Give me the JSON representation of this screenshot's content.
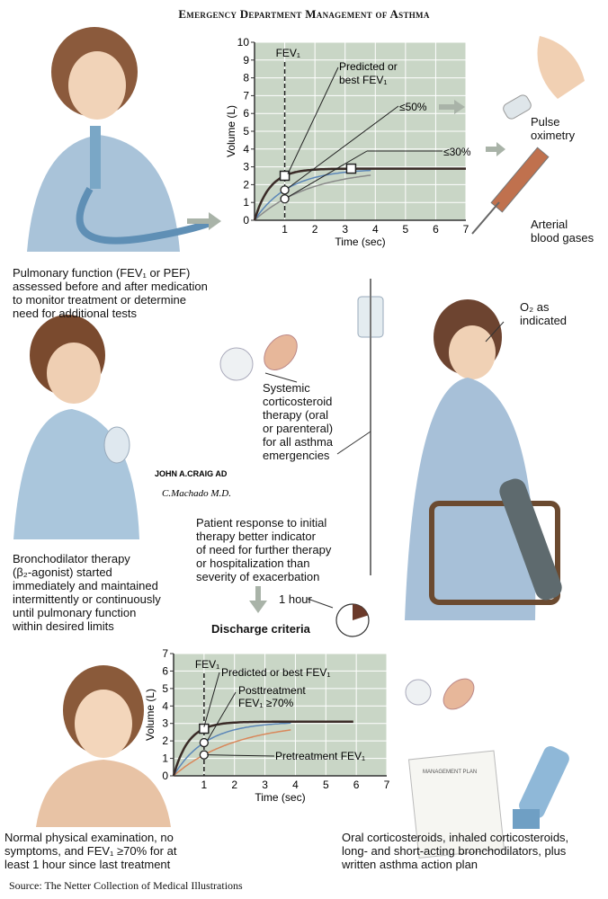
{
  "title": "Emergency Department Management of Asthma",
  "source": "Source: The Netter Collection of Medical Illustrations",
  "captions": {
    "pulmonary": [
      "Pulmonary function (FEV₁ or PEF)",
      "assessed before and after medication",
      "to monitor treatment or determine",
      "need for additional tests"
    ],
    "pulse": [
      "Pulse",
      "oximetry"
    ],
    "blood_gases": [
      "Arterial",
      "blood gases"
    ],
    "o2": [
      "O₂ as",
      "indicated"
    ],
    "steroid": [
      "Systemic",
      "corticosteroid",
      "therapy (oral",
      "or parenteral)",
      "for all asthma",
      "emergencies"
    ],
    "response": [
      "Patient response to initial",
      "therapy better indicator",
      "of need for further therapy",
      "or hospitalization than",
      "severity of exacerbation"
    ],
    "bronchodilator": [
      "Bronchodilator therapy",
      "(β₂-agonist) started",
      "immediately and maintained",
      "intermittently or continuously",
      "until pulmonary function",
      "within desired limits"
    ],
    "one_hour": "1 hour",
    "discharge": "Discharge criteria",
    "normal": [
      "Normal physical examination, no",
      "symptoms, and FEV₁ ≥70% for at",
      "least 1 hour since last treatment"
    ],
    "oral": [
      "Oral corticosteroids, inhaled corticosteroids,",
      "long- and short-acting bronchodilators, plus",
      "written asthma action plan"
    ],
    "signature": [
      "JOHN A.CRAIG AD",
      "C.Machado M.D."
    ],
    "plan_card": "MANAGEMENT PLAN"
  },
  "colors": {
    "plot_bg": "#c9d6c6",
    "dark": "#3a2b27",
    "blue": "#5b86b8",
    "grey": "#8a8a8a",
    "orange": "#d9875a",
    "arrow": "#a9b3a8",
    "pie": "#6b3a2a"
  },
  "pie_fraction": 0.2,
  "chart_data": [
    {
      "type": "line",
      "xlabel": "Time (sec)",
      "ylabel": "Volume (L)",
      "xlim": [
        0,
        7
      ],
      "ylim": [
        0,
        10
      ],
      "xticks": [
        "1",
        "2",
        "3",
        "4",
        "5",
        "6",
        "7"
      ],
      "yticks": [
        "0",
        "1",
        "2",
        "3",
        "4",
        "5",
        "6",
        "7",
        "8",
        "9",
        "10"
      ],
      "marker_label": "FEV₁",
      "marker_x": 1,
      "series": [
        {
          "name": "Predicted or best FEV₁",
          "fev1": 2.5,
          "plateau": 2.9,
          "color": "dark"
        },
        {
          "name": "≤50%",
          "fev1": 1.7,
          "plateau": 2.9,
          "color": "blue"
        },
        {
          "name": "≤30%",
          "fev1": 1.2,
          "plateau": 2.9,
          "color": "grey"
        }
      ],
      "annotations": [
        "Predicted or",
        "best FEV₁",
        "≤50%",
        "≤30%"
      ],
      "square_point": [
        3.2,
        2.9
      ]
    },
    {
      "type": "line",
      "xlabel": "Time (sec)",
      "ylabel": "Volume (L)",
      "xlim": [
        0,
        7
      ],
      "ylim": [
        0,
        7
      ],
      "xticks": [
        "1",
        "2",
        "3",
        "4",
        "5",
        "6",
        "7"
      ],
      "yticks": [
        "0",
        "1",
        "2",
        "3",
        "4",
        "5",
        "6",
        "7"
      ],
      "marker_label": "FEV₁",
      "marker_x": 1,
      "series": [
        {
          "name": "Predicted or best FEV₁",
          "fev1": 2.7,
          "plateau": 3.1,
          "color": "dark"
        },
        {
          "name": "Posttreatment FEV₁ ≥70%",
          "fev1": 1.9,
          "plateau": 3.1,
          "color": "blue"
        },
        {
          "name": "Pretreatment FEV₁",
          "fev1": 1.2,
          "plateau": 3.1,
          "color": "orange"
        }
      ],
      "annotations": [
        "Predicted or best FEV₁",
        "Posttreatment",
        "FEV₁ ≥70%",
        "Pretreatment FEV₁"
      ]
    }
  ]
}
